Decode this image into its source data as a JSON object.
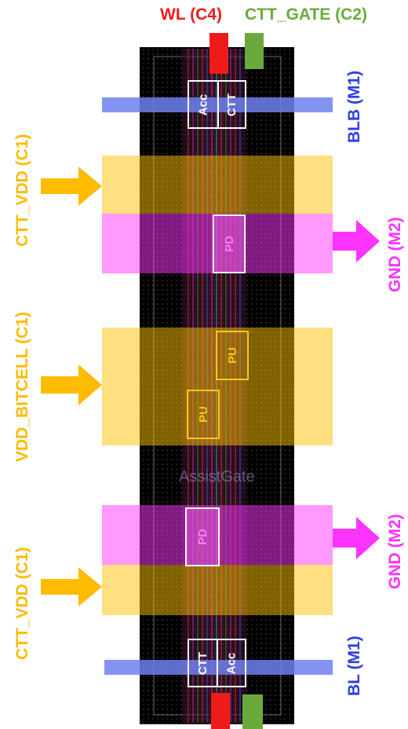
{
  "labels": {
    "wl": "WL (C4)",
    "ctt_gate": "CTT_GATE (C2)",
    "blb": "BLB (M1)",
    "bl": "BL (M1)",
    "ctt_vdd_top": "CTT_VDD (C1)",
    "ctt_vdd_bottom": "CTT_VDD (C1)",
    "vdd_bitcell": "VDD_BITCELL (C1)",
    "gnd_top": "GND (M2)",
    "gnd_bottom": "GND (M2)"
  },
  "transistors": {
    "acc_top": "Acc",
    "ctt_top": "CTT",
    "pd_top": "PD",
    "pu_upper": "PU",
    "pu_lower": "PU",
    "pd_bottom": "PD",
    "ctt_bottom": "CTT",
    "acc_bottom": "Acc"
  },
  "watermark": "AssistGate",
  "colors": {
    "wl": "#ee1b1b",
    "ctt_gate": "#6aaa3c",
    "bitline": "#7f8ef0",
    "vdd_rail": "#ffc000",
    "gnd_rail": "#ff33ff",
    "layout_bg": "#000000"
  }
}
